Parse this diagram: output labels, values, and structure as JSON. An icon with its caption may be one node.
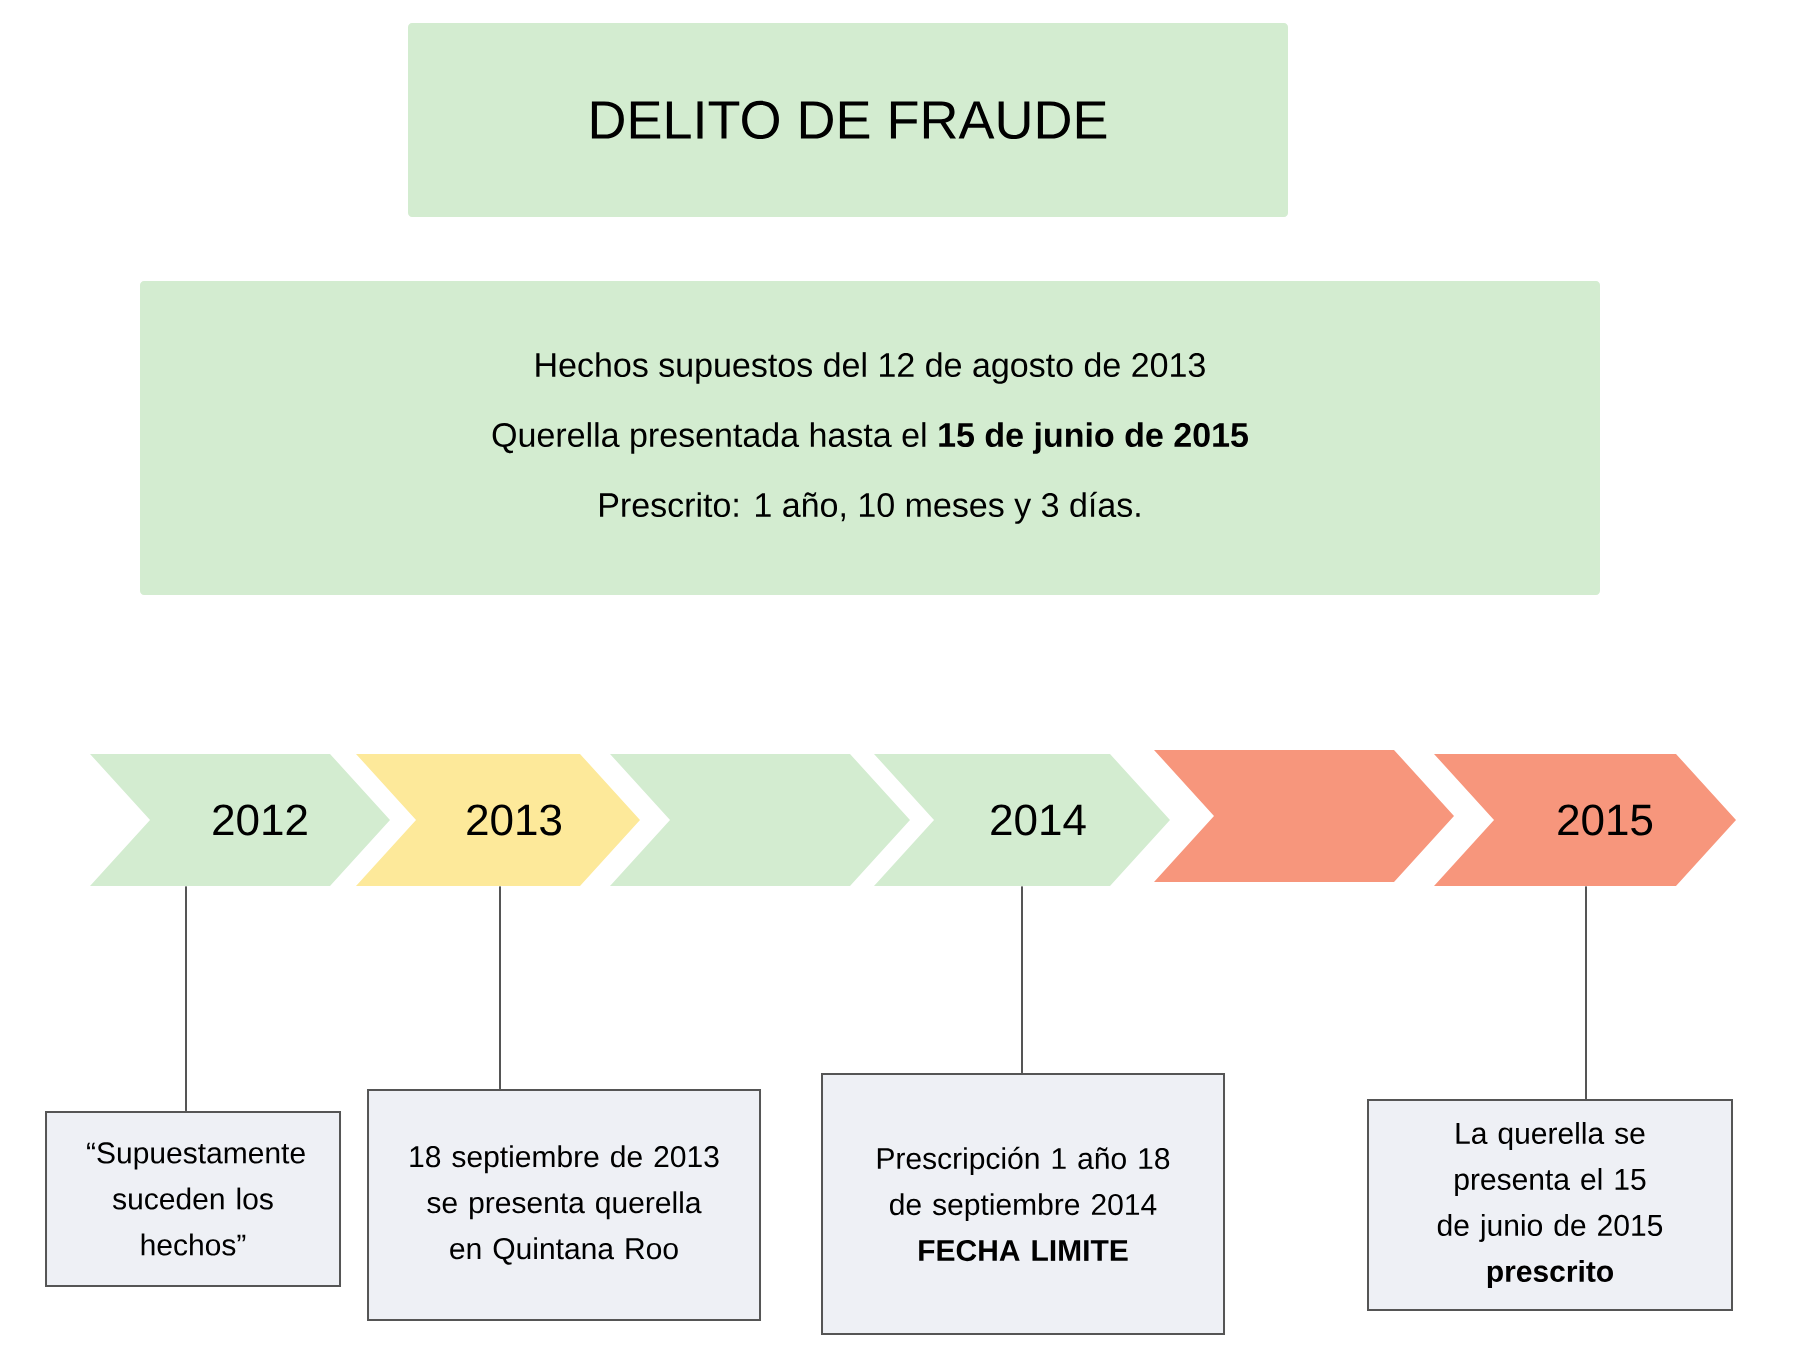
{
  "diagram": {
    "title": "DELITO DE FRAUDE",
    "nodes": [
      {
        "text": [
          "Hechos supuestos del 12 de agosto de 2013",
          "Querella presentada hasta el **15 de junio de 2015**",
          "Prescrito: 1 año, 10 meses y 3 días."
        ]
      },
      {
        "text": [
          "2012"
        ]
      },
      {
        "text": [
          "2013"
        ]
      },
      {
        "text": [],
        "shape": "chevron"
      },
      {
        "text": [
          "2014"
        ]
      },
      {
        "text": [],
        "shape": "chevron"
      },
      {
        "text": [
          "2015"
        ]
      },
      {
        "text": [
          "“Supuestamente suceden los hechos”"
        ]
      },
      {
        "text": [
          "18 septiembre de 2013 se presenta querella en Quintana Roo"
        ]
      },
      {
        "text": [
          "Prescripción 1 año 18 de septiembre 2014",
          "FECHA LIMITE"
        ]
      },
      {
        "text": [
          "La querella se presenta el 15 de junio de 2015",
          "prescrito"
        ]
      }
    ],
    "edges": [
      {
        "from": 1,
        "to": 7,
        "arrow": "none"
      },
      {
        "from": 2,
        "to": 8,
        "arrow": "none"
      },
      {
        "from": 4,
        "to": 9,
        "arrow": "none"
      },
      {
        "from": 6,
        "to": 10,
        "arrow": "none"
      }
    ]
  }
}
